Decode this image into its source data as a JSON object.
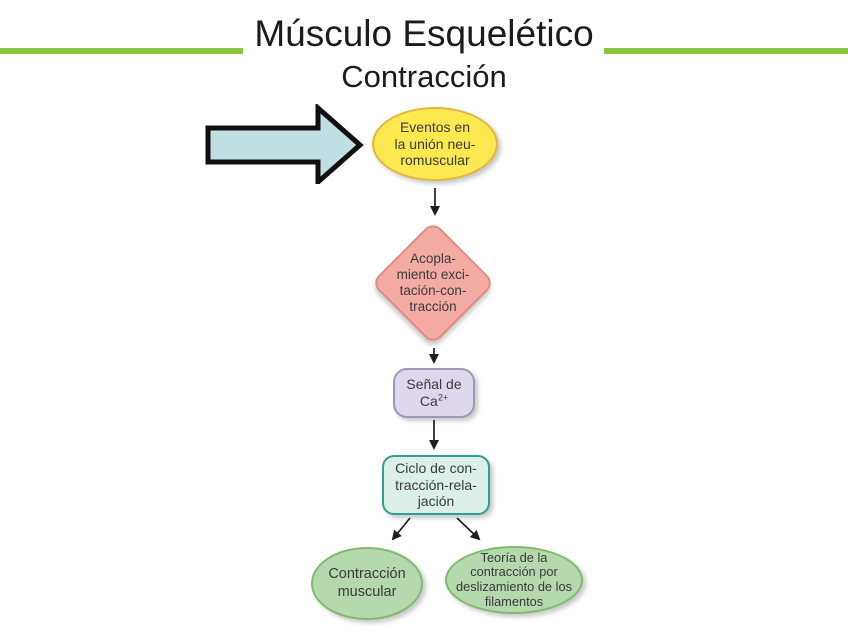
{
  "slide": {
    "title": "Músculo Esquelético",
    "subtitle": "Contracción",
    "accent_color": "#8CC63E",
    "background_color": "#FFFFFF",
    "text_color": "#1B1B1B"
  },
  "flowchart": {
    "pointer_icon": "thick-right-arrow",
    "pointer_fill": "#BFDFE2",
    "pointer_outline": "#101010",
    "connector_color": "#1F1F1F",
    "node_text_color": "#3A3A3A",
    "nodes": [
      {
        "id": "neuromuscular-events",
        "shape": "ellipse",
        "fill": "#FBE94F",
        "border": "#E2B53C",
        "lines": [
          "Eventos en",
          "la unión neu-",
          "romuscular"
        ]
      },
      {
        "id": "excitation-contraction-coupling",
        "shape": "diamond",
        "fill": "#F4ABA3",
        "border": "#E08B83",
        "lines": [
          "Acopla-",
          "miento exci-",
          "tación-con-",
          "tracción"
        ]
      },
      {
        "id": "ca-signal",
        "shape": "rounded-rect",
        "fill": "#DDD8EB",
        "border": "#9D97BD",
        "line1": "Señal de",
        "formula_base": "Ca",
        "formula_sup": "2+"
      },
      {
        "id": "contraction-relaxation-cycle",
        "shape": "rounded-rect",
        "fill": "#DCEFE8",
        "border": "#2FA091",
        "lines": [
          "Ciclo de con-",
          "tracción-rela-",
          "jación"
        ]
      },
      {
        "id": "muscular-contraction",
        "shape": "ellipse",
        "fill": "#B3D9AC",
        "border": "#7FBA70",
        "lines": [
          "Contracción",
          "muscular"
        ]
      },
      {
        "id": "sliding-filament-theory",
        "shape": "ellipse",
        "fill": "#B3D9AC",
        "border": "#7FBA70",
        "lines": [
          "Teoría de la",
          "contracción por",
          "deslizamiento de los",
          "filamentos"
        ]
      }
    ]
  }
}
